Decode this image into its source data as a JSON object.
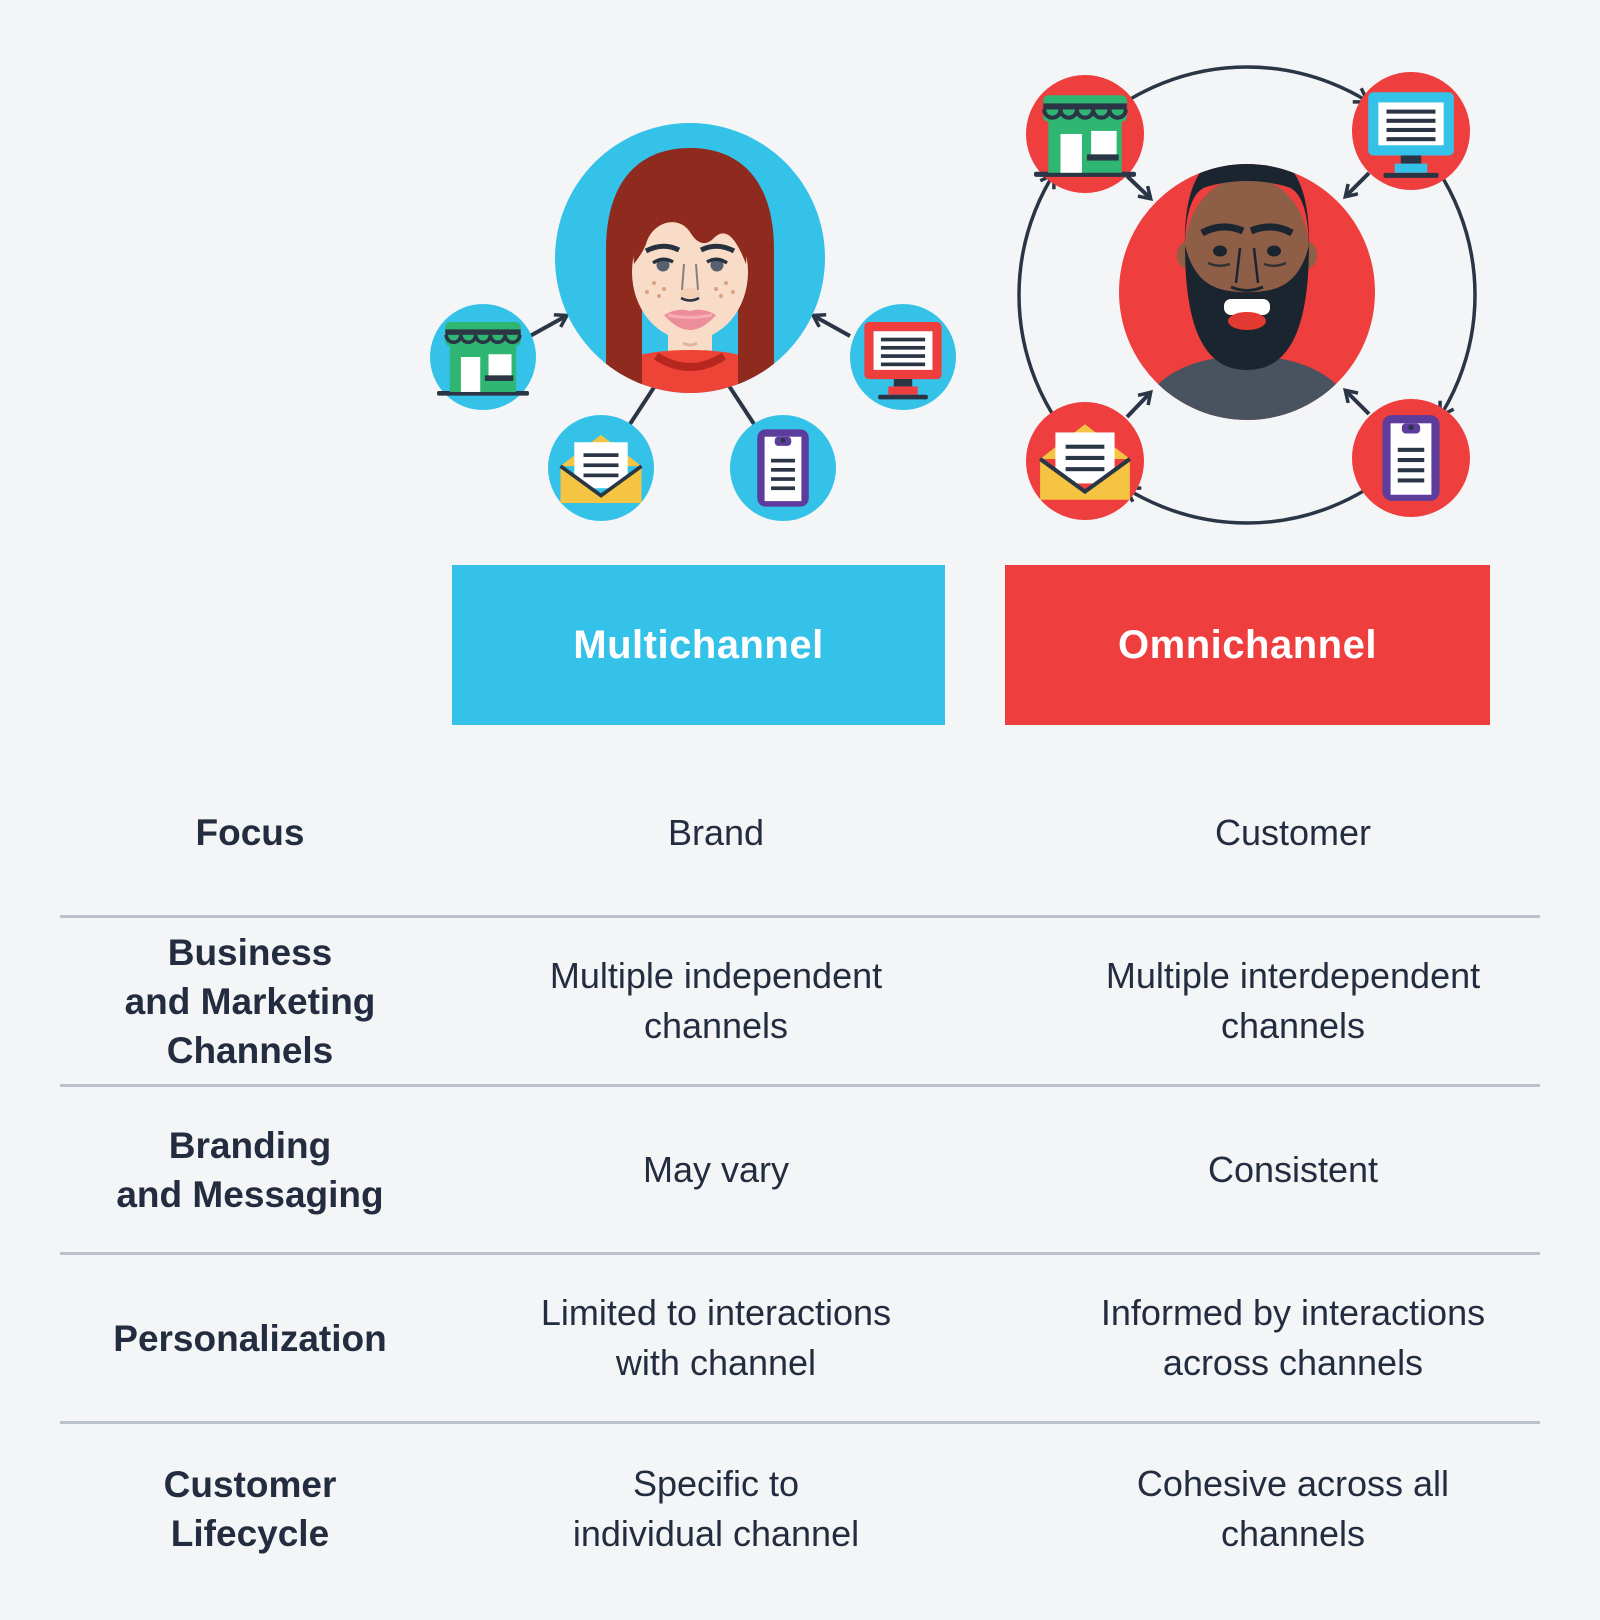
{
  "page": {
    "background": "#F4F5F7",
    "title": "Multichannel vs Omnichannel comparison"
  },
  "colors": {
    "cyan": "#35C2E8",
    "red": "#EE3E3E",
    "green": "#2FB673",
    "yellow": "#F6C443",
    "purple": "#5C3D9C",
    "navy": "#2A3545",
    "text": "#232D3F",
    "divider": "#BCC2CB",
    "background": "#F4F5F7"
  },
  "header": {
    "multichannel": {
      "label": "Multichannel",
      "color": "#35C2E8"
    },
    "omnichannel": {
      "label": "Omnichannel",
      "color": "#EE3E3E"
    }
  },
  "illustrations": {
    "multichannel": {
      "persona": "woman-avatar",
      "channels": [
        "store-icon",
        "email-icon",
        "mobile-icon",
        "desktop-icon"
      ]
    },
    "omnichannel": {
      "persona": "man-avatar",
      "channels": [
        "store-icon",
        "desktop-icon",
        "email-icon",
        "mobile-icon"
      ]
    }
  },
  "table": {
    "rows": [
      {
        "label": "Focus",
        "multichannel": "Brand",
        "omnichannel": "Customer"
      },
      {
        "label": "Business\nand Marketing\nChannels",
        "multichannel": "Multiple independent\nchannels",
        "omnichannel": "Multiple interdependent\nchannels"
      },
      {
        "label": "Branding\nand Messaging",
        "multichannel": "May vary",
        "omnichannel": "Consistent"
      },
      {
        "label": "Personalization",
        "multichannel": "Limited to interactions\nwith channel",
        "omnichannel": "Informed by interactions\nacross channels"
      },
      {
        "label": "Customer\nLifecycle",
        "multichannel": "Specific to\nindividual channel",
        "omnichannel": "Cohesive across all\nchannels"
      }
    ]
  }
}
